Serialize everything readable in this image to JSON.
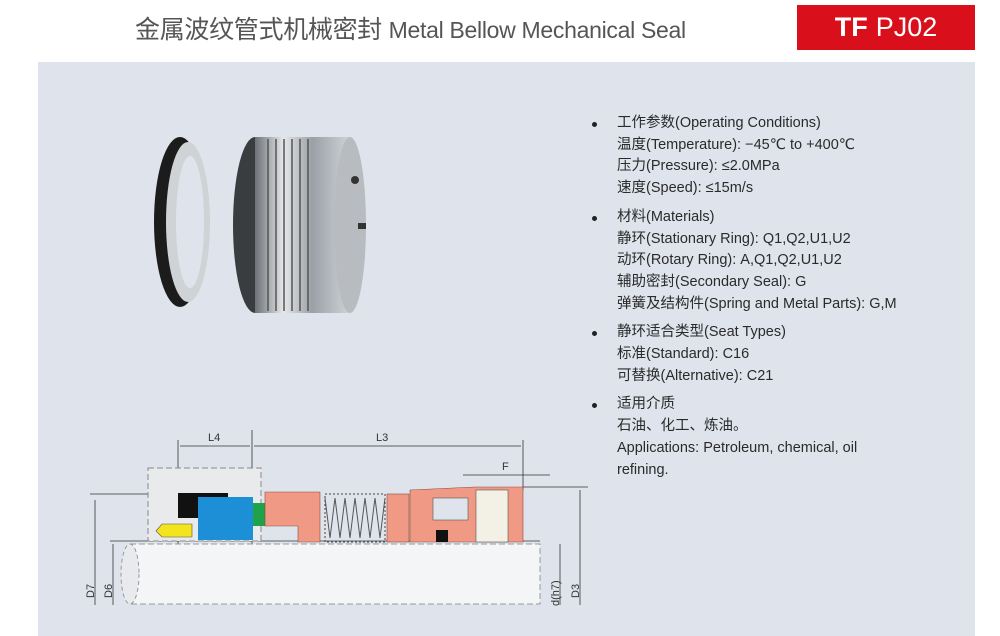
{
  "header": {
    "title_cn": "金属波纹管式机械密封",
    "title_en": "Metal Bellow Mechanical Seal",
    "model_prefix": "TF",
    "model_code": "PJ02",
    "badge_color": "#d9101c"
  },
  "specs": [
    {
      "heading": "工作参数(Operating Conditions)",
      "lines": [
        "温度(Temperature): −45℃ to +400℃",
        "压力(Pressure): ≤2.0MPa",
        "速度(Speed): ≤15m/s"
      ]
    },
    {
      "heading": "材料(Materials)",
      "lines": [
        "静环(Stationary Ring): Q1,Q2,U1,U2",
        "动环(Rotary Ring): A,Q1,Q2,U1,U2",
        "辅助密封(Secondary Seal): G",
        "弹簧及结构件(Spring and Metal Parts): G,M"
      ]
    },
    {
      "heading": "静环适合类型(Seat Types)",
      "lines": [
        "标准(Standard): C16",
        "可替换(Alternative): C21"
      ]
    },
    {
      "heading": "适用介质",
      "lines": [
        "石油、化工、炼油。",
        "Applications: Petroleum, chemical, oil",
        "refining."
      ]
    }
  ],
  "diagram": {
    "labels": {
      "l4": "L4",
      "l3": "L3",
      "f": "F",
      "d7": "D7",
      "d6": "D6",
      "d": "d(h7)",
      "d3": "D3"
    }
  }
}
